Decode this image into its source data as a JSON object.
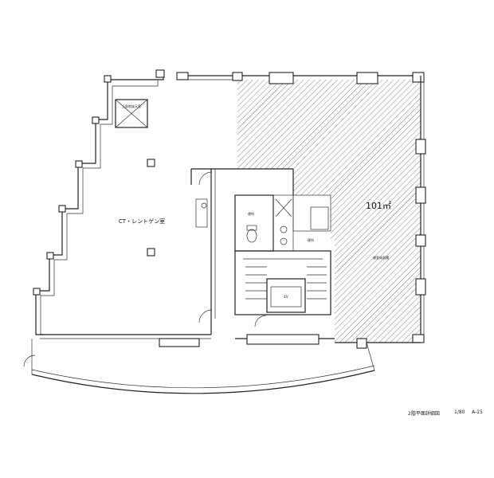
{
  "plan": {
    "rooms": {
      "ct_room": "CT・レントゲン室",
      "upper_light": "上部吹抜天窓",
      "toilet_m": "便所",
      "toilet_w": "便所",
      "ev": "EV",
      "lease_note": "貸室床面積"
    },
    "area": "101㎡"
  },
  "title_block": {
    "drawing_name": "2階平面詳細図",
    "scale": "1/80",
    "sheet": "A-15"
  }
}
